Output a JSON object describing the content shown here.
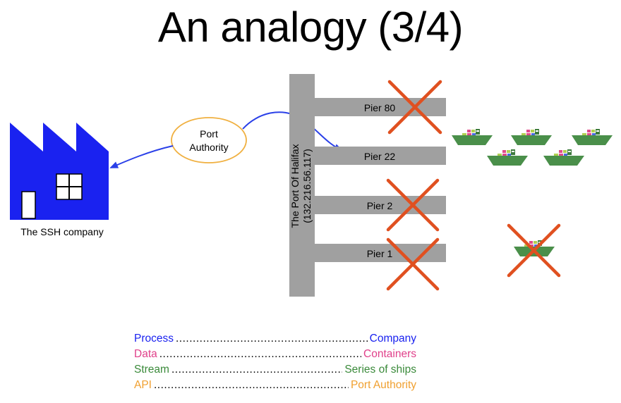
{
  "title": "An analogy (3/4)",
  "company": {
    "label": "The SSH company",
    "color": "#1a22f0"
  },
  "port_authority": {
    "line1": "Port",
    "line2": "Authority",
    "stroke": "#f0b040"
  },
  "port": {
    "line1": "The Port Of Halifax",
    "line2": "(132.216.56.117)",
    "color": "#a0a0a0"
  },
  "piers": [
    {
      "label": "Pier 80",
      "crossed": true
    },
    {
      "label": "Pier 22",
      "crossed": false
    },
    {
      "label": "Pier 2",
      "crossed": true
    },
    {
      "label": "Pier 1",
      "crossed": true
    }
  ],
  "arrow_color": "#2a40e8",
  "cross_color": "#e05020",
  "ship_color": "#4a8f4a",
  "legend": [
    {
      "left": "Process",
      "right": "Company",
      "color": "#1a22f0"
    },
    {
      "left": "Data",
      "right": "Containers",
      "color": "#e0408a"
    },
    {
      "left": "Stream",
      "right": "Series of ships",
      "color": "#3a8a3a"
    },
    {
      "left": "API",
      "right": "Port Authority",
      "color": "#f0a030"
    }
  ]
}
